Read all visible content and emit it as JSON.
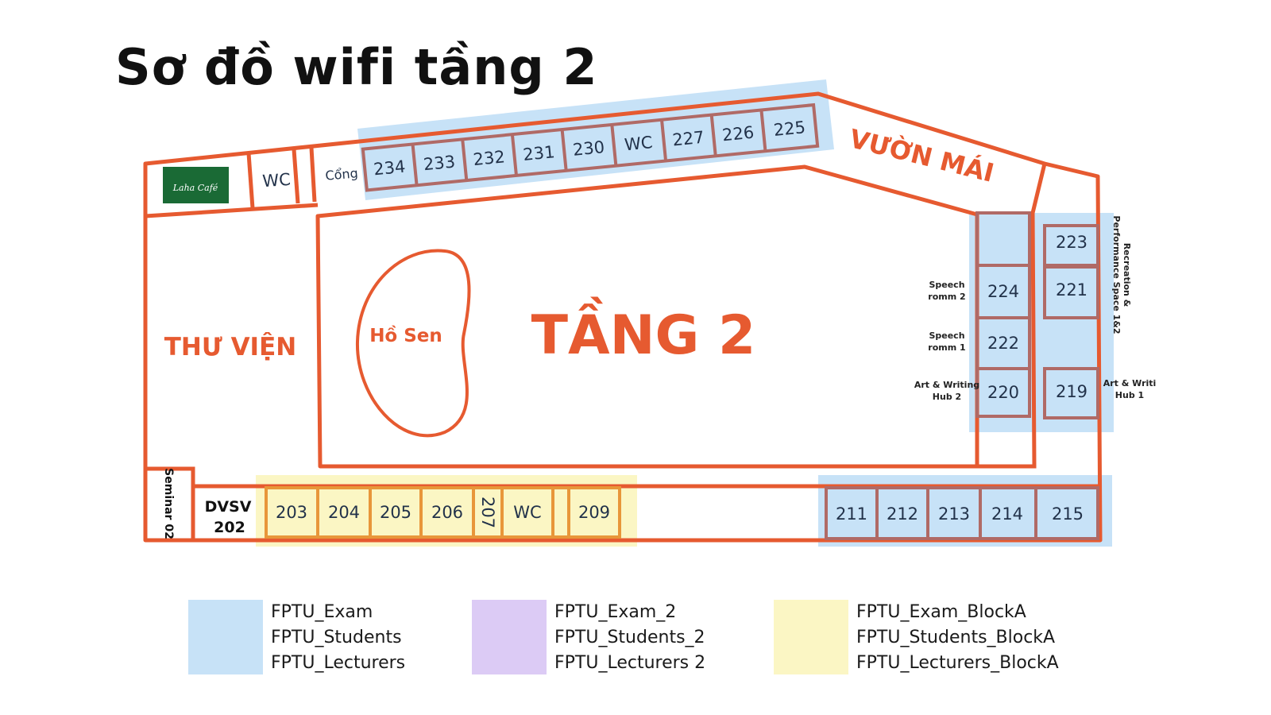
{
  "title": "Sơ đồ wifi tầng 2",
  "colors": {
    "outline": "#e65a30",
    "room_border": "#b06a66",
    "blue_zone": "#c7e2f7",
    "purple_zone": "#dccbf5",
    "yellow_zone": "#fbf6c4",
    "cafe_green": "#1a6a35"
  },
  "areas": {
    "cafe_logo": "Laha Café",
    "wc_top": "WC",
    "gate": "Cổng",
    "library": "THƯ VIỆN",
    "lotus_pond": "Hồ Sen",
    "floor_label": "TẦNG 2",
    "roof_garden": "VƯỜN MÁI",
    "seminar": "Seminar 02",
    "dvsv_line1": "DVSV",
    "dvsv_line2": "202"
  },
  "top_rooms": [
    "234",
    "233",
    "232",
    "231",
    "230",
    "WC",
    "227",
    "226",
    "225"
  ],
  "right_inner_rooms": [
    "224",
    "222",
    "220"
  ],
  "right_outer_rooms": [
    "223",
    "221",
    "219"
  ],
  "right_labels": {
    "speech2_line1": "Speech",
    "speech2_line2": "romm 2",
    "speech1_line1": "Speech",
    "speech1_line2": "romm 1",
    "art2_line1": "Art & Writing",
    "art2_line2": "Hub 2",
    "art1_line1": "Art & Writi",
    "art1_line2": "Hub 1",
    "recreation_line1": "Recreation &",
    "recreation_line2": "Performance Space 1&2"
  },
  "bottom_left_rooms": [
    "203",
    "204",
    "205",
    "206",
    "207",
    "WC",
    "209"
  ],
  "bottom_right_rooms": [
    "211",
    "212",
    "213",
    "214",
    "215"
  ],
  "legend": [
    {
      "color": "#c7e2f7",
      "lines": [
        "FPTU_Exam",
        "FPTU_Students",
        "FPTU_Lecturers"
      ]
    },
    {
      "color": "#dccbf5",
      "lines": [
        "FPTU_Exam_2",
        "FPTU_Students_2",
        "FPTU_Lecturers 2"
      ]
    },
    {
      "color": "#fbf6c4",
      "lines": [
        "FPTU_Exam_BlockA",
        "FPTU_Students_BlockA",
        "FPTU_Lecturers_BlockA"
      ]
    }
  ]
}
